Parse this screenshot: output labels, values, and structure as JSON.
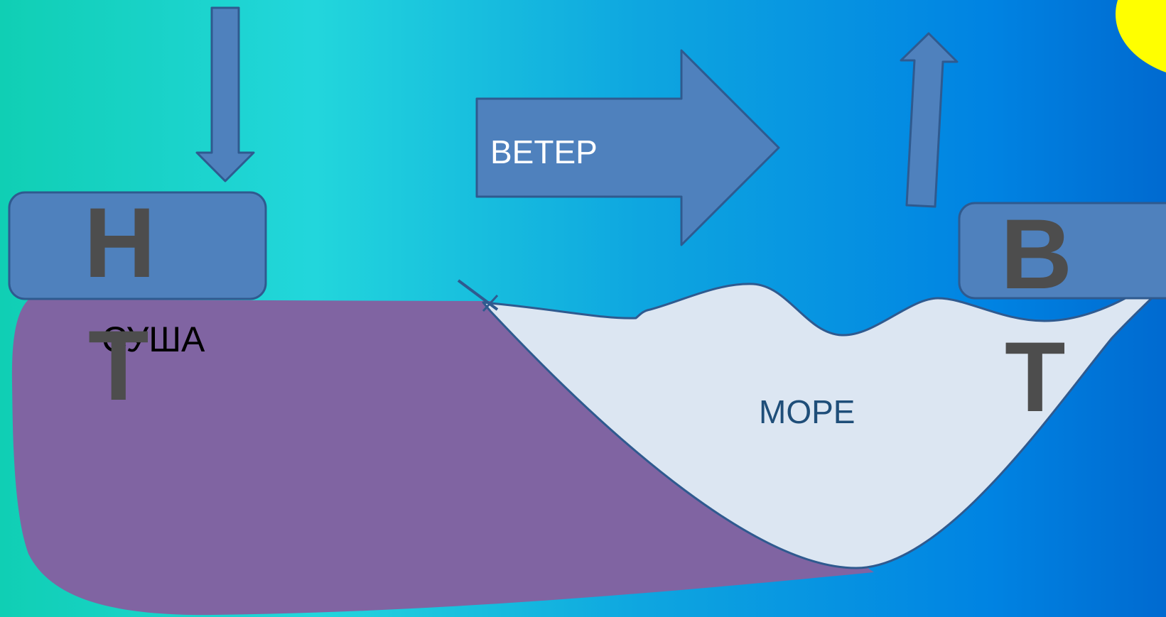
{
  "diagram": {
    "wind_label": "ВЕТЕР",
    "land_label": "СУША",
    "sea_label": "МОРЕ",
    "land_pressure": "Н",
    "land_temperature": "Т",
    "sea_pressure": "В",
    "sea_temperature": "Т"
  },
  "colors": {
    "background_left": "#10cfb4",
    "background_mid": "#22d6dc",
    "background_right": "#006ad0",
    "arrow_fill": "#4f81bd",
    "arrow_stroke": "#2f5a8f",
    "land_fill": "#8064a2",
    "sea_fill": "#dce6f2",
    "sun": "#ffff00",
    "letter": "#4d4d4d",
    "wind_text": "#ffffff",
    "land_text": "#000000",
    "sea_text": "#1f4e79"
  }
}
